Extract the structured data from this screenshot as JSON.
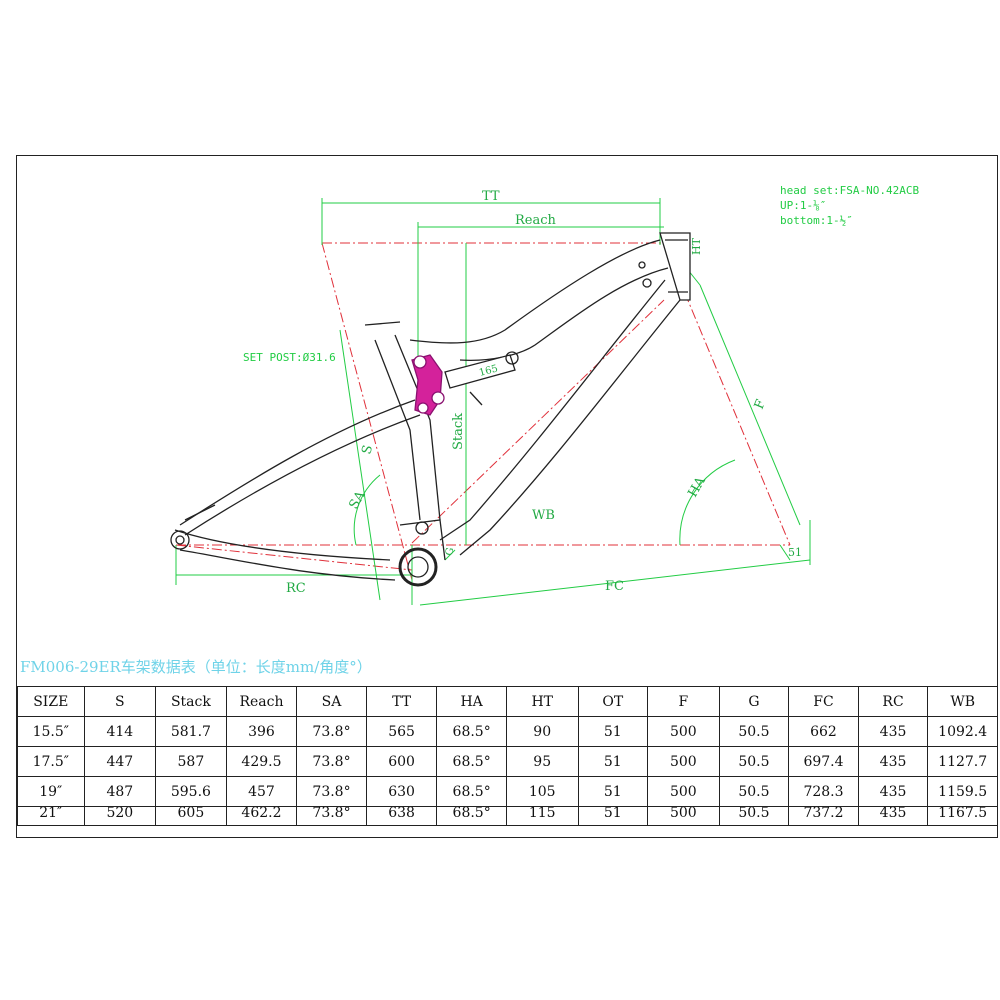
{
  "drawing": {
    "labels": {
      "tt": "TT",
      "reach": "Reach",
      "stack": "Stack",
      "s": "S",
      "sa": "SA",
      "wb": "WB",
      "ha": "HA",
      "f": "F",
      "rc": "RC",
      "fc": "FC",
      "g": "G",
      "ot": "51",
      "ht": "HT",
      "shock": "165"
    },
    "notes": {
      "headset_line1": "head set:FSA-NO.42ACB",
      "headset_line2": "UP:1-⅛″",
      "headset_line3": "bottom:1-½″",
      "seatpost": "SET POST:Ø31.6"
    }
  },
  "table": {
    "title": "FM006-29ER车架数据表（单位：长度mm/角度°）",
    "headers": [
      "SIZE",
      "S",
      "Stack",
      "Reach",
      "SA",
      "TT",
      "HA",
      "HT",
      "OT",
      "F",
      "G",
      "FC",
      "RC",
      "WB"
    ],
    "rows": [
      [
        "15.5″",
        "414",
        "581.7",
        "396",
        "73.8°",
        "565",
        "68.5°",
        "90",
        "51",
        "500",
        "50.5",
        "662",
        "435",
        "1092.4"
      ],
      [
        "17.5″",
        "447",
        "587",
        "429.5",
        "73.8°",
        "600",
        "68.5°",
        "95",
        "51",
        "500",
        "50.5",
        "697.4",
        "435",
        "1127.7"
      ],
      [
        "19″",
        "487",
        "595.6",
        "457",
        "73.8°",
        "630",
        "68.5°",
        "105",
        "51",
        "500",
        "50.5",
        "728.3",
        "435",
        "1159.5"
      ],
      [
        "21″",
        "520",
        "605",
        "462.2",
        "73.8°",
        "638",
        "68.5°",
        "115",
        "51",
        "500",
        "50.5",
        "737.2",
        "435",
        "1167.5"
      ]
    ]
  },
  "colors": {
    "dimension_green": "#22cc44",
    "construction_red": "#e0303a",
    "shock_pink": "#d4229b",
    "title_cyan": "#6fd3e8"
  }
}
